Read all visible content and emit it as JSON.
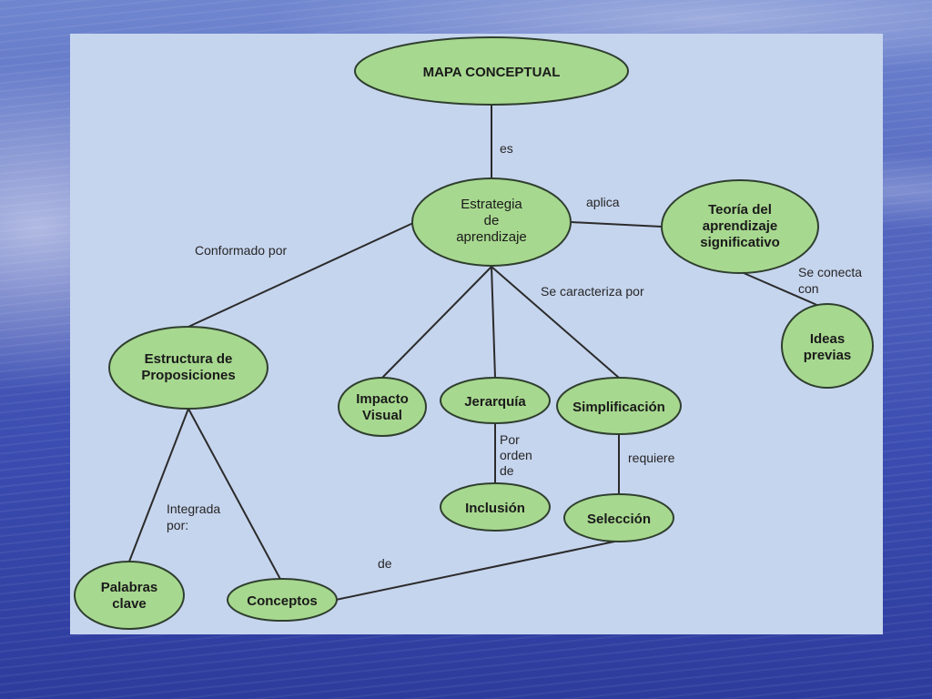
{
  "nodes": {
    "mapa": "MAPA CONCEPTUAL",
    "estrategia": [
      "Estrategia",
      "de",
      "aprendizaje"
    ],
    "teoria": [
      "Teoría del",
      "aprendizaje",
      "significativo"
    ],
    "ideas": [
      "Ideas",
      "previas"
    ],
    "estructura": [
      "Estructura de",
      "Proposiciones"
    ],
    "impacto": [
      "Impacto",
      "Visual"
    ],
    "jerarquia": "Jerarquía",
    "simplificacion": "Simplificación",
    "inclusion": "Inclusión",
    "seleccion": "Selección",
    "palabras": [
      "Palabras",
      "clave"
    ],
    "conceptos": "Conceptos"
  },
  "edge_labels": {
    "es": "es",
    "aplica": "aplica",
    "conformado_por": "Conformado por",
    "se_caracteriza_por": "Se caracteriza por",
    "se_conecta_con": [
      "Se conecta",
      "con"
    ],
    "por_orden_de": [
      "Por",
      "orden",
      "de"
    ],
    "requiere": "requiere",
    "integrada_por": [
      "Integrada",
      "por:"
    ],
    "de": "de"
  },
  "colors": {
    "node_fill": "#a7d88f",
    "panel_background": "#c6d5ee",
    "line": "#2b2b2b"
  }
}
